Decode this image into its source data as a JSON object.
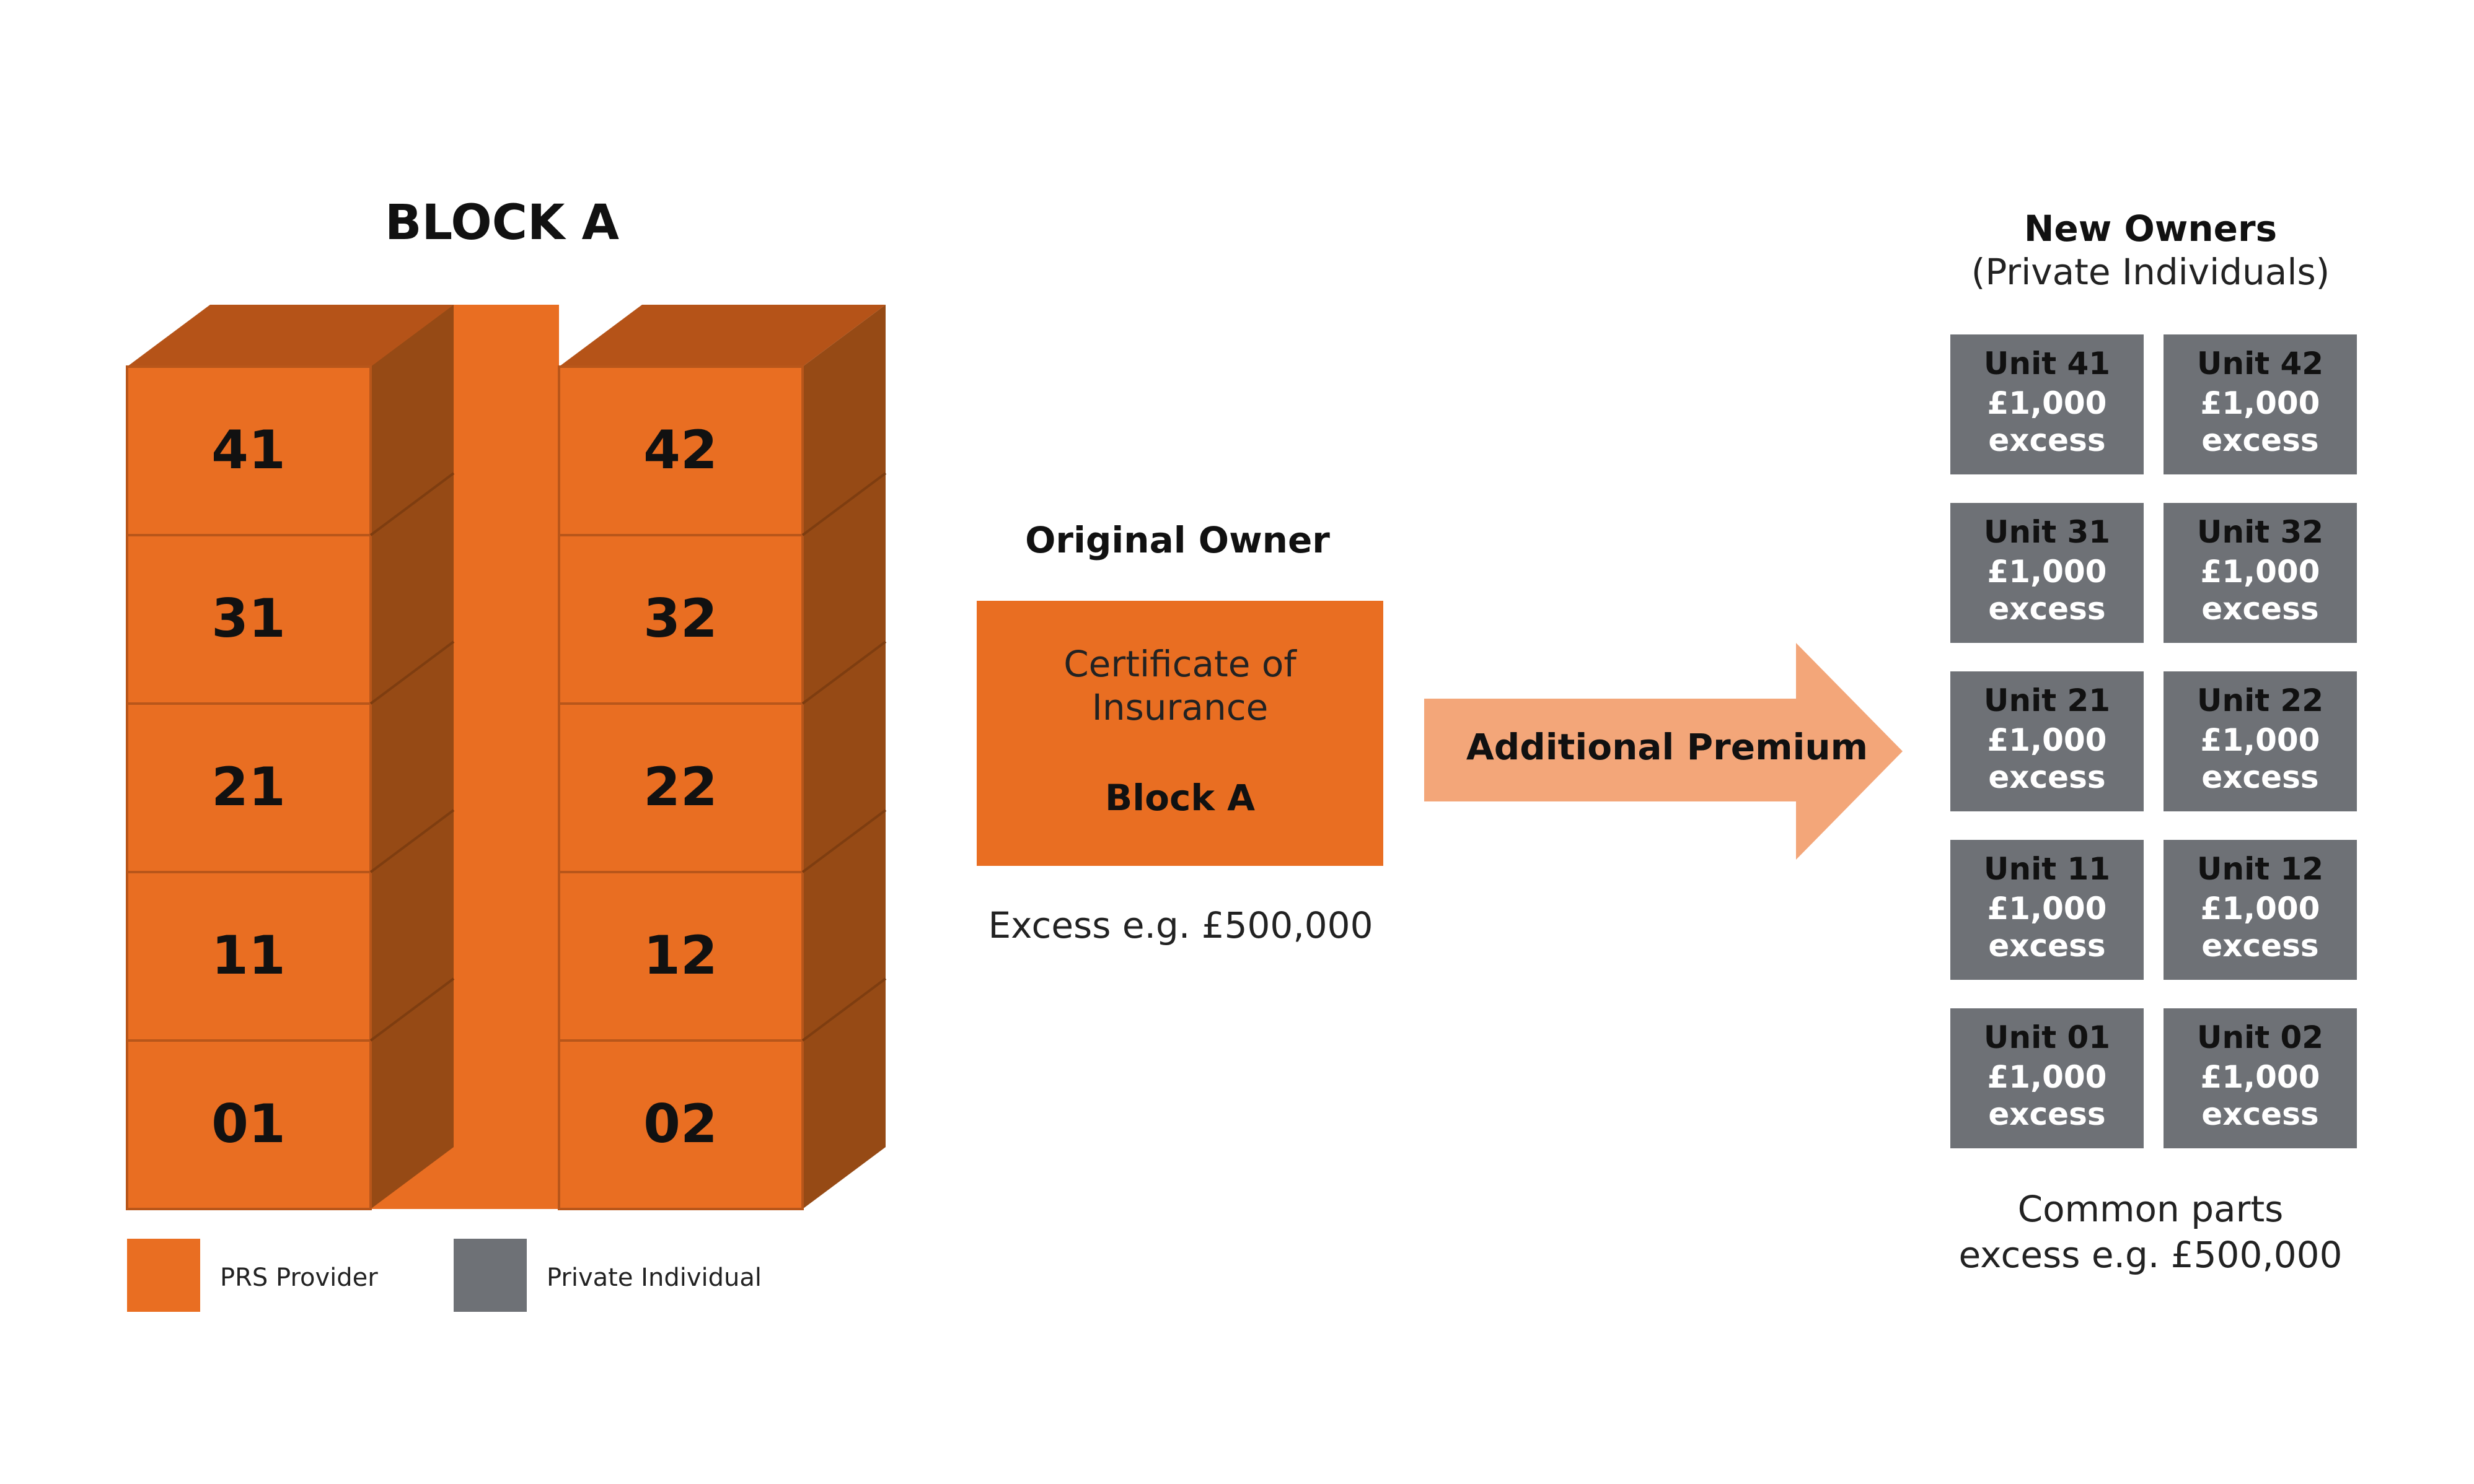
{
  "colors": {
    "prs": "#E96E22",
    "prs_side": "#964A15",
    "prs_top": "#B55318",
    "private": "#6E7176",
    "arrow": "#F3A679"
  },
  "block": {
    "title": "BLOCK A",
    "left_column": [
      "41",
      "31",
      "21",
      "11",
      "01"
    ],
    "right_column": [
      "42",
      "32",
      "22",
      "12",
      "02"
    ]
  },
  "legend": {
    "items": [
      {
        "label": "PRS Provider",
        "color": "#E96E22"
      },
      {
        "label": "Private Individual",
        "color": "#6E7176"
      }
    ]
  },
  "original_owner": {
    "title": "Original Owner",
    "certificate_line1": "Certificate of",
    "certificate_line2": "Insurance",
    "certificate_block": "Block A",
    "excess": "Excess e.g. £500,000"
  },
  "arrow": {
    "label": "Additional Premium"
  },
  "new_owners": {
    "title": "New Owners",
    "subtitle": "(Private Individuals)",
    "units": [
      {
        "name": "Unit 41",
        "amount": "£1,000",
        "excess": "excess"
      },
      {
        "name": "Unit 42",
        "amount": "£1,000",
        "excess": "excess"
      },
      {
        "name": "Unit 31",
        "amount": "£1,000",
        "excess": "excess"
      },
      {
        "name": "Unit 32",
        "amount": "£1,000",
        "excess": "excess"
      },
      {
        "name": "Unit 21",
        "amount": "£1,000",
        "excess": "excess"
      },
      {
        "name": "Unit 22",
        "amount": "£1,000",
        "excess": "excess"
      },
      {
        "name": "Unit 11",
        "amount": "£1,000",
        "excess": "excess"
      },
      {
        "name": "Unit 12",
        "amount": "£1,000",
        "excess": "excess"
      },
      {
        "name": "Unit 01",
        "amount": "£1,000",
        "excess": "excess"
      },
      {
        "name": "Unit 02",
        "amount": "£1,000",
        "excess": "excess"
      }
    ],
    "common_line1": "Common parts",
    "common_line2": "excess e.g. £500,000"
  }
}
